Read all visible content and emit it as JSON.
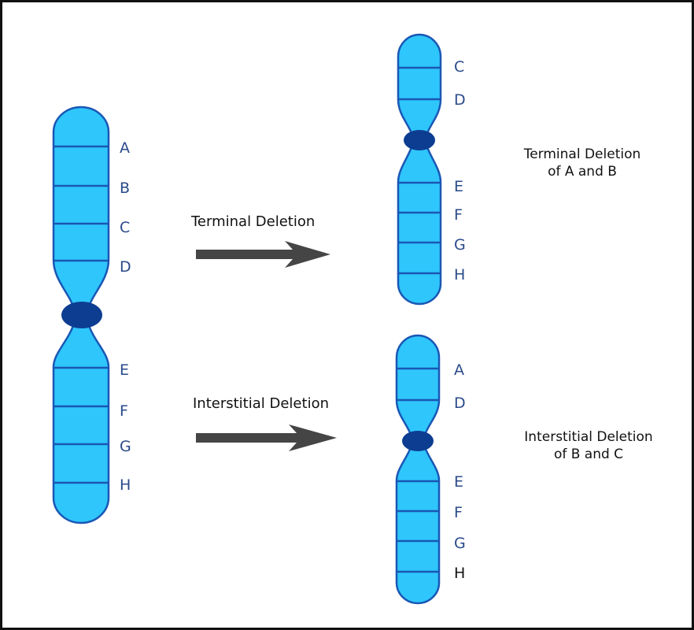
{
  "colors": {
    "chromosome_fill": "#2ec6fb",
    "chromosome_outline": "#1a57b4",
    "centromere": "#0d3d91",
    "arrow": "#454545",
    "label": "#2a4a8a"
  },
  "original": {
    "bands_top": [
      "A",
      "B",
      "C",
      "D"
    ],
    "bands_bottom": [
      "E",
      "F",
      "G",
      "H"
    ]
  },
  "terminal": {
    "arrow_label": "Terminal Deletion",
    "bands_top": [
      "C",
      "D"
    ],
    "bands_bottom": [
      "E",
      "F",
      "G",
      "H"
    ],
    "caption_line1": "Terminal Deletion",
    "caption_line2": "of A and B"
  },
  "interstitial": {
    "arrow_label": "Interstitial Deletion",
    "bands_top": [
      "A",
      "D"
    ],
    "bands_bottom": [
      "E",
      "F",
      "G",
      "H"
    ],
    "caption_line1": "Interstitial Deletion",
    "caption_line2": "of B and C"
  }
}
